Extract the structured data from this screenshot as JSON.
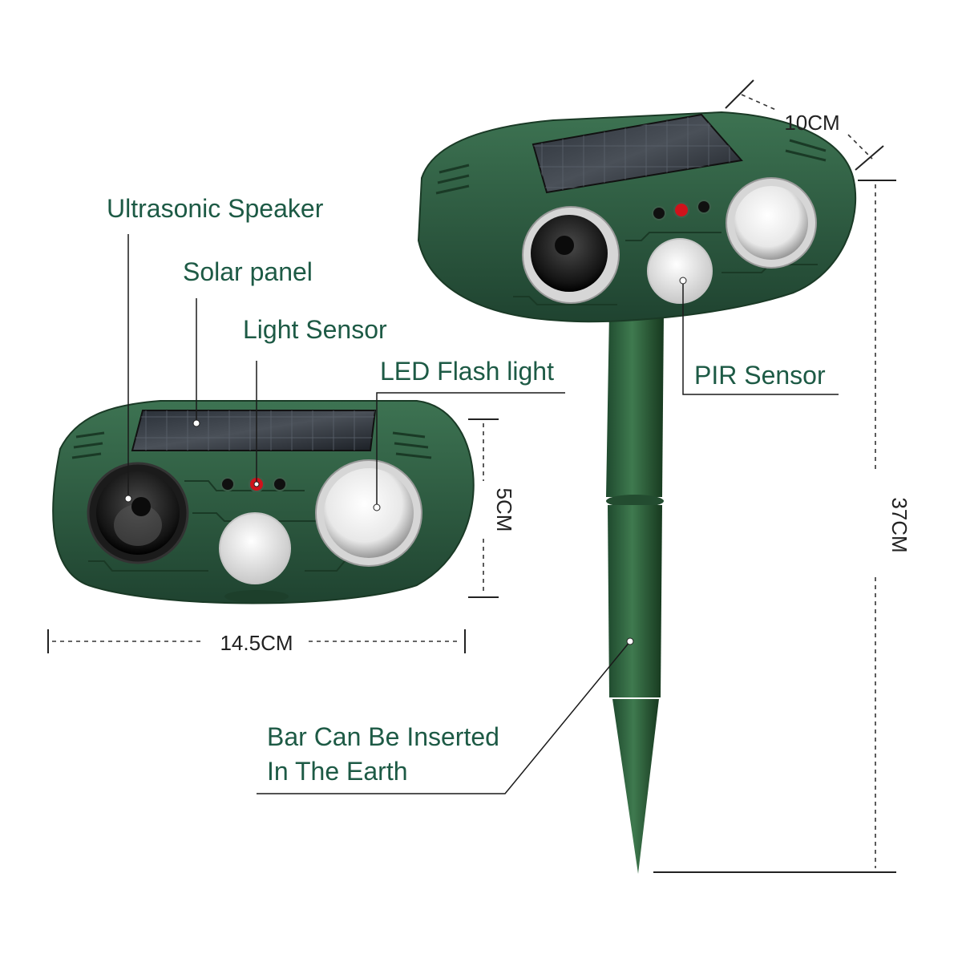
{
  "colors": {
    "body_green": "#2f5d40",
    "body_dark": "#1f4330",
    "label_text": "#1d5a45",
    "led_red": "#d0121b"
  },
  "labels": {
    "ultrasonic_speaker": "Ultrasonic Speaker",
    "solar_panel": "Solar panel",
    "light_sensor": "Light Sensor",
    "led_flash_light": "LED Flash light",
    "pir_sensor": "PIR Sensor",
    "bar_line1": "Bar Can Be Inserted",
    "bar_line2": "In The Earth"
  },
  "dimensions": {
    "width": "14.5CM",
    "height": "5CM",
    "depth": "10CM",
    "total_height": "37CM"
  }
}
